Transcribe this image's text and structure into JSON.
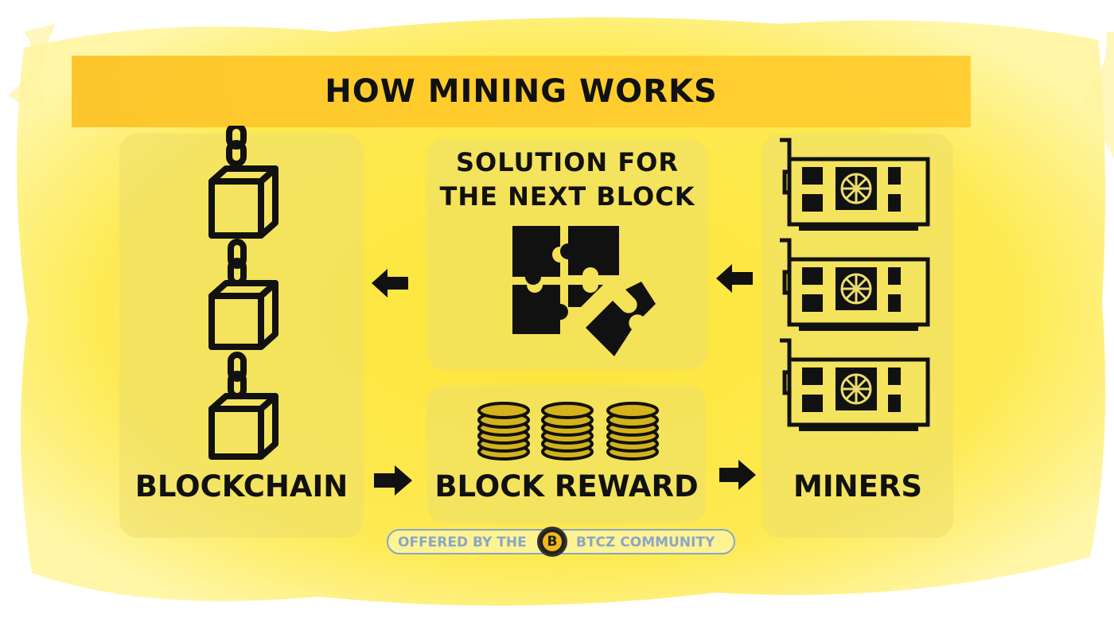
{
  "title": "HOW MINING WORKS",
  "panels": {
    "blockchain": "BLOCKCHAIN",
    "solution_line1": "SOLUTION FOR",
    "solution_line2": "THE NEXT BLOCK",
    "reward": "BLOCK REWARD",
    "miners": "MINERS"
  },
  "badge": {
    "left_text": "OFFERED BY THE",
    "logo_letter": "B",
    "right_text": "BTCZ COMMUNITY"
  },
  "icons": {
    "chain": "blockchain-chain-icon",
    "puzzle": "puzzle-icon",
    "coins": "coin-stack-icon",
    "gpu": "graphics-card-icon",
    "arrow": "arrow-icon"
  },
  "colors": {
    "band": "#ffcc2c",
    "background": "#fde84a",
    "panel": "#ecde6e",
    "ink": "#111111",
    "badge": "#8aa6c8",
    "logo": "#f3b81b"
  }
}
